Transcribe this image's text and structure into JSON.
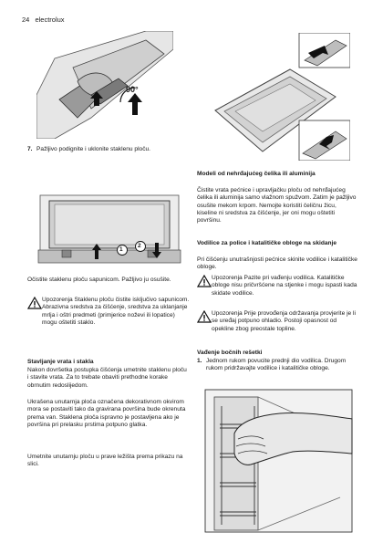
{
  "header": {
    "page_number": "24",
    "brand": "electrolux"
  },
  "left": {
    "step7_num": "7.",
    "step7_text": "Pažljivo podignite i uklonite staklenu ploču.",
    "fig1_angle": "90°",
    "caption_clean": "Očistite staklenu ploču sapunicom. Pažljivo ju osušite.",
    "warning1": "Upozorenja Staklenu ploču čistite isključivo sapunicom. Abrazivna sredstva za čišćenje, sredstva za uklanjanje mrlja i oštri predmeti (primjerice noževi ili lopatice) mogu oštetiti staklo.",
    "section_title": "Stavljanje vrata i stakla",
    "section_body": "Nakon dovršetka postupka čišćenja umetnite staklenu ploču i stavite vrata. Za to trebate obaviti prethodne korake obrnutim redoslijedom.",
    "para2": "Ukrašena unutarnja ploča označena dekorativnom okvirom mora se postaviti tako da gravirana površina bude okrenuta prema van. Staklena ploča ispravno je postavljena ako je površina pri prelasku prstima potpuno glatka.",
    "para3": "Umetnite unutarnju ploču u prave ležišta prema prikazu na slici.",
    "fig2_label1": "1",
    "fig2_label2": "2"
  },
  "right": {
    "model_title": "Modeli od nehrđajućeg čelika ili aluminija",
    "model_body": "Čistite vrata pećnice i upravljačku ploču od nehrđajućeg čelika ili aluminija samo vlažnom spužvom. Zatim je pažljivo osušite mekom krpom. Nemojte koristiti čeličnu žicu, kiseline ni sredstva za čišćenje, jer oni mogu oštetiti površinu.",
    "guides_title": "Vodilice za police i katalitičke obloge na skidanje",
    "guides_body": "Pri čišćenju unutrašnjosti pećnice skinite vodilice i katalitičke obloge.",
    "warning2": "Upozorenja Pazite pri vađenju vodilica. Katalitičke obloge nisu pričvršćene na stjenke i mogu ispasti kada skidate vodilice.",
    "warning3": "Upozorenja Prije provođenja održavanja provjerite je li se uređaj potpuno ohladio. Postoji opasnost od opekline zbog preostale topline.",
    "rails_title": "Vađenje bočnih rešetki",
    "step1_num": "1.",
    "step1_text": "Jednom rukom povucite prednji dio vodilica. Drugom rukom pridržavajte vodilice i katalitičke obloge."
  },
  "colors": {
    "figure_gray": "#c8c8c8",
    "arrow": "#111111",
    "text": "#1a1a1a"
  },
  "icons": [
    "warning-triangle-icon"
  ]
}
